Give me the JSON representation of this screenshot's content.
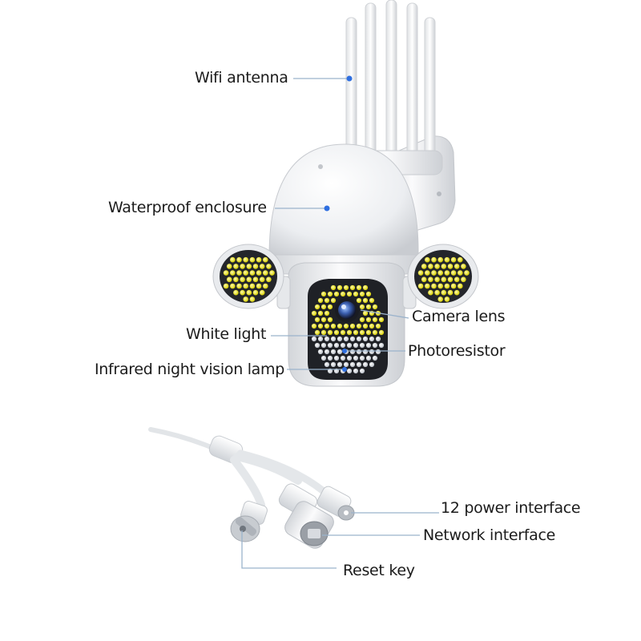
{
  "labels": {
    "wifi_antenna": "Wifi antenna",
    "waterproof_enclosure": "Waterproof enclosure",
    "camera_lens": "Camera lens",
    "white_light": "White light",
    "photoresistor": "Photoresistor",
    "infrared_lamp": "Infrared night vision lamp",
    "power_interface": "12 power interface",
    "network_interface": "Network interface",
    "reset_key": "Reset key"
  },
  "colors": {
    "leader_line": "#9bb3cc",
    "marker_dot": "#2f6fe0",
    "led_yellow": "#f2ee2a",
    "housing": "#f1f2f4"
  }
}
